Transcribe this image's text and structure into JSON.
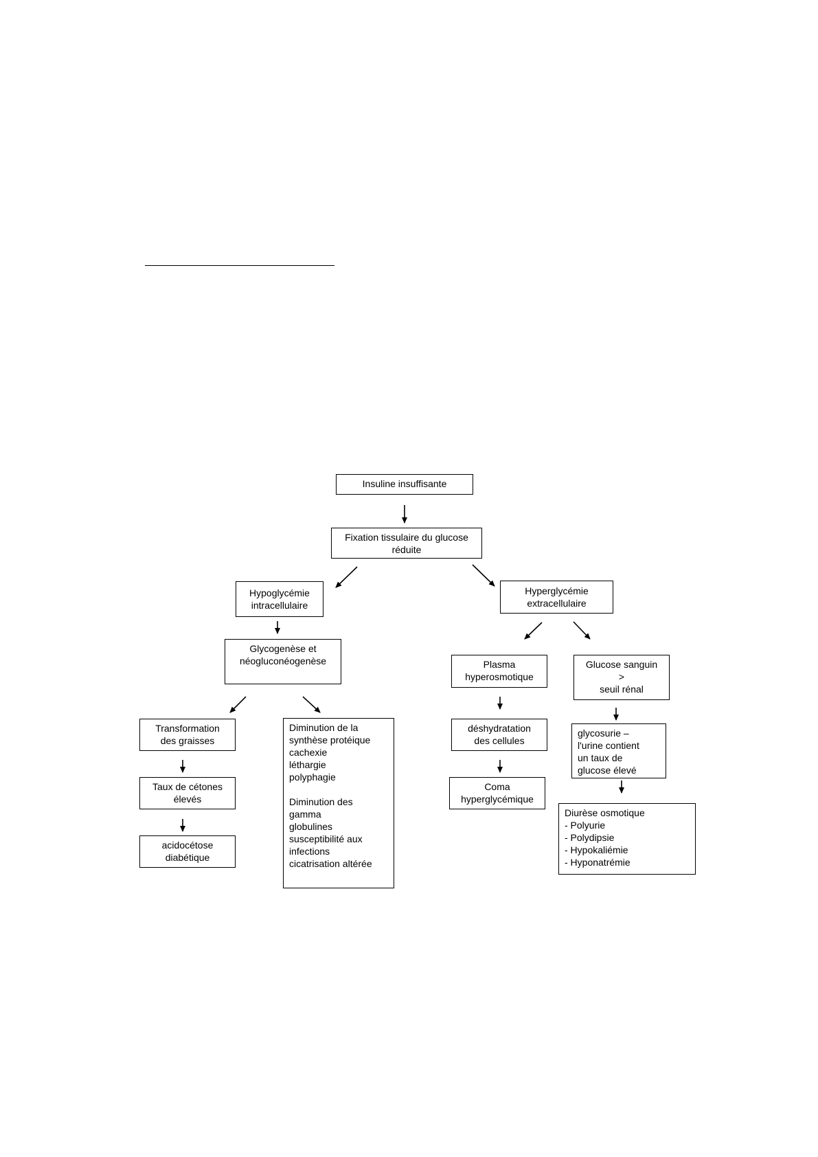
{
  "nodes": {
    "insuline": "Insuline insuffisante",
    "fixation": "Fixation tissulaire du glucose\nréduite",
    "hypo": "Hypoglycémie\nintracellulaire",
    "hyper": "Hyperglycémie\nextracellulaire",
    "glyco": "Glycogenèse et\nnéogluconéogenèse",
    "plasma": "Plasma\nhyperosmotique",
    "glucose_seuil": "Glucose sanguin\n>\nseuil rénal",
    "graisses": "Transformation\ndes graisses",
    "proteines": "Diminution de la\nsynthèse protéique\n cachexie\n léthargie\n polyphagie\n\nDiminution des\ngamma\nglobulines\n susceptibilité aux\ninfections\n cicatrisation altérée",
    "deshydratation": "déshydratation\ndes cellules",
    "glycosurie": "glycosurie –\nl'urine contient\nun taux de\nglucose élevé",
    "cetones": "Taux de cétones\nélevés",
    "coma": "Coma\nhyperglycémique",
    "diurese": "Diurèse osmotique\n- Polyurie\n- Polydipsie\n- Hypokaliémie\n- Hyponatrémie",
    "acidocetose": "acidocétose\ndiabétique"
  }
}
